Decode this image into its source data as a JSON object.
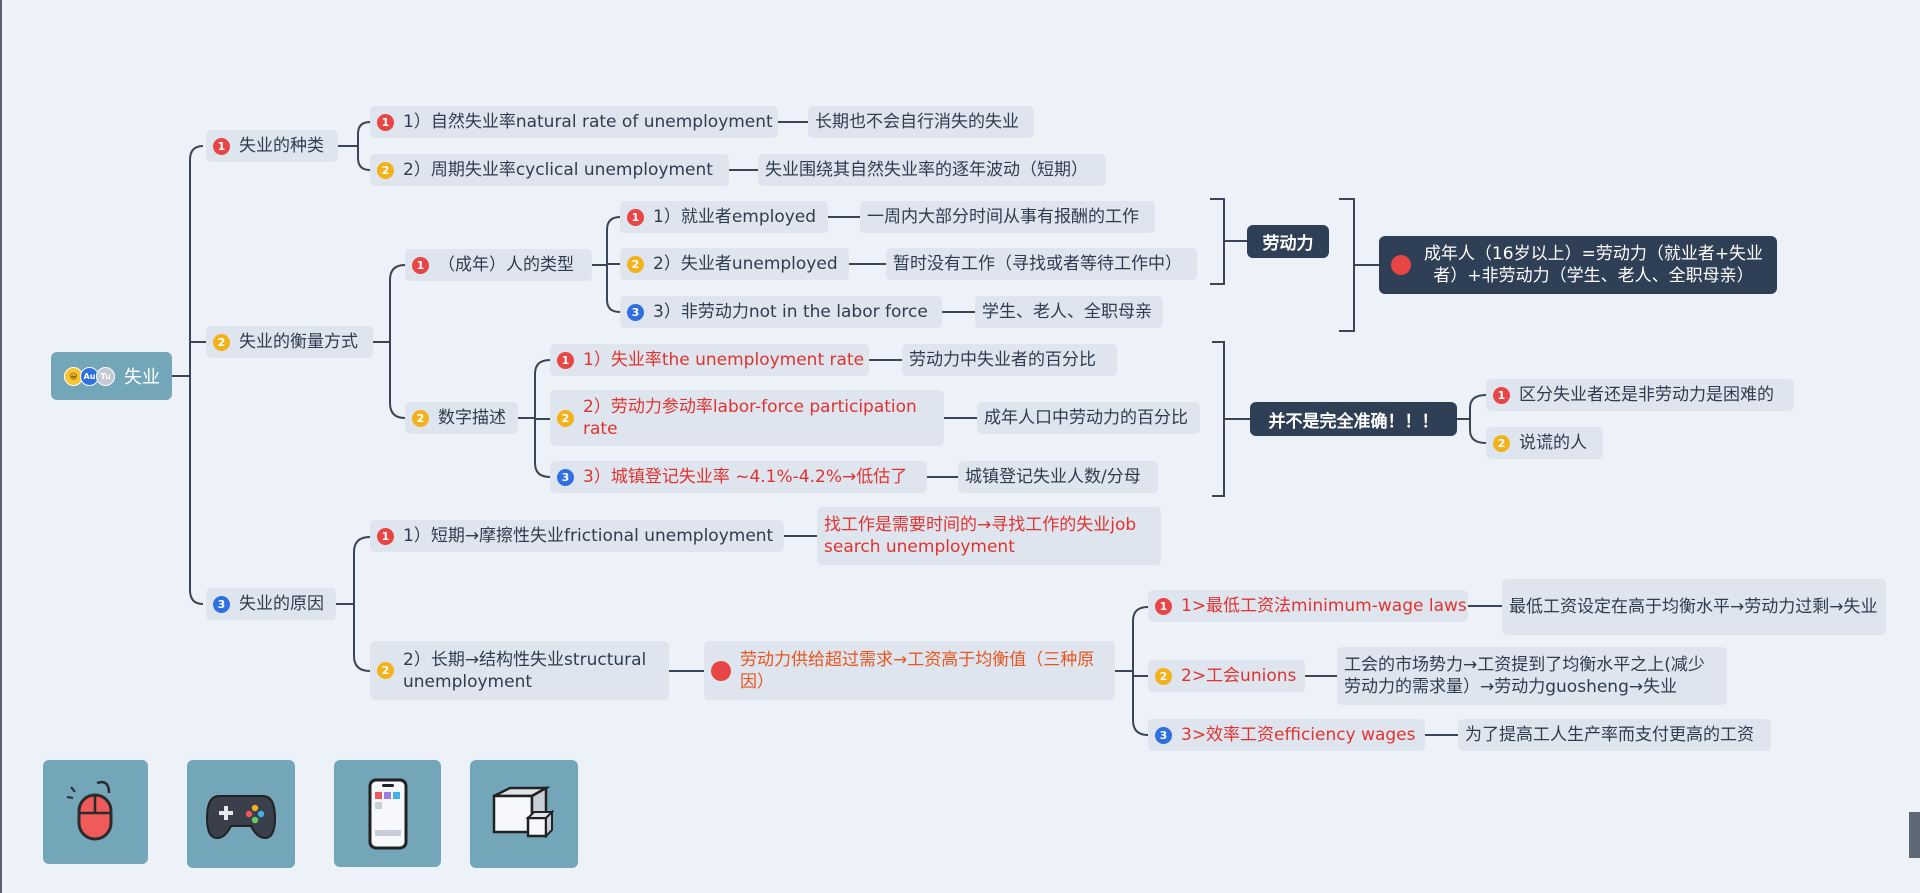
{
  "root": {
    "label": "失业"
  },
  "branch_types": {
    "label": "失业的种类",
    "items": [
      {
        "label": "1）自然失业率natural rate of unemployment",
        "note": "长期也不会自行消失的失业"
      },
      {
        "label": "2）周期失业率cyclical unemployment",
        "note": "失业围绕其自然失业率的逐年波动（短期）"
      }
    ]
  },
  "branch_measure": {
    "label": "失业的衡量方式",
    "people": {
      "label": "（成年）人的类型",
      "items": [
        {
          "label": "1）就业者employed",
          "note": "一周内大部分时间从事有报酬的工作"
        },
        {
          "label": "2）失业者unemployed",
          "note": "暂时没有工作（寻找或者等待工作中）"
        },
        {
          "label": "3）非劳动力not in the labor force",
          "note": "学生、老人、全职母亲"
        }
      ],
      "labor_force": "劳动力",
      "summary": "成年人（16岁以上）=劳动力（就业者+失业者）+非劳动力（学生、老人、全职母亲）"
    },
    "numeric": {
      "label": "数字描述",
      "items": [
        {
          "label": "1）失业率the unemployment rate",
          "note": "劳动力中失业者的百分比"
        },
        {
          "label": "2）劳动力参动率labor-force participation rate",
          "note": "成年人口中劳动力的百分比"
        },
        {
          "label": "3）城镇登记失业率 ~4.1%-4.2%→低估了",
          "note": "城镇登记失业人数/分母"
        }
      ],
      "caveat": "并不是完全准确！！！",
      "reasons": [
        "区分失业者还是非劳动力是困难的",
        "说谎的人"
      ]
    }
  },
  "branch_causes": {
    "label": "失业的原因",
    "short": {
      "label": "1）短期→摩擦性失业frictional unemployment",
      "note": "找工作是需要时间的→寻找工作的失业job search unemployment"
    },
    "long": {
      "label": "2）长期→结构性失业structural unemployment",
      "cause": "劳动力供给超过需求→工资高于均衡值（三种原因）",
      "items": [
        {
          "label": "1>最低工资法minimum-wage laws",
          "note": "最低工资设定在高于均衡水平→劳动力过剩→失业"
        },
        {
          "label": "2>工会unions",
          "note": "工会的市场势力→工资提到了均衡水平之上(减少劳动力的需求量）→劳动力guosheng→失业"
        },
        {
          "label": "3>效率工资efficiency wages",
          "note": "为了提高工人生产率而支付更高的工资"
        }
      ]
    }
  },
  "badges": [
    "1",
    "2",
    "3"
  ],
  "toolbar_icons": [
    "mouse-icon",
    "gamepad-icon",
    "phone-icon",
    "box-icon"
  ],
  "colors": {
    "root": "#74a6ba",
    "node": "#dfe5ee",
    "dark": "#2f3f55",
    "red_text": "#e0332f",
    "orange_text": "#e6561e"
  }
}
